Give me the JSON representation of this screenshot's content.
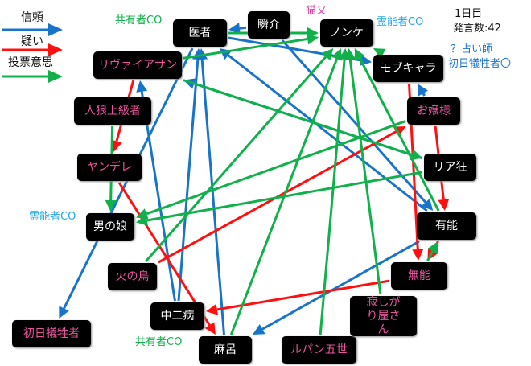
{
  "legend": [
    {
      "label": "信頼",
      "color": "#1874c8"
    },
    {
      "label": "疑い",
      "color": "#ff1010"
    },
    {
      "label": "投票意思",
      "color": "#10b04a"
    }
  ],
  "info": {
    "day": "1日目",
    "count": "発言数:42"
  },
  "annotations": {
    "sharer_co_top": "共有者CO",
    "nekomata": "猫又",
    "medium_co_top": "霊能者CO",
    "seer_q": "？占い師",
    "first_victim_ok": "初日犠牲者〇",
    "medium_co_left": "霊能者CO",
    "sharer_co_bottom": "共有者CO"
  },
  "colors": {
    "trust": "#1874c8",
    "doubt": "#ff1010",
    "vote": "#10b04a",
    "pink": "#e7559e"
  },
  "nodes": [
    {
      "id": "isha",
      "label": "医者"
    },
    {
      "id": "shunsuke",
      "label": "瞬介"
    },
    {
      "id": "nonke",
      "label": "ノンケ"
    },
    {
      "id": "mob",
      "label": "モブキャラ"
    },
    {
      "id": "leviathan",
      "label": "リヴァイアサン"
    },
    {
      "id": "jinro",
      "label": "人狼上級者"
    },
    {
      "id": "ojou",
      "label": "お嬢様"
    },
    {
      "id": "yandere",
      "label": "ヤンデレ"
    },
    {
      "id": "riajuu",
      "label": "リア狂"
    },
    {
      "id": "otoko",
      "label": "男の娘"
    },
    {
      "id": "yuunou",
      "label": "有能"
    },
    {
      "id": "hinotori",
      "label": "火の鳥"
    },
    {
      "id": "munou",
      "label": "無能"
    },
    {
      "id": "chuuni",
      "label": "中二病"
    },
    {
      "id": "shonichi",
      "label": "初日犠牲者"
    },
    {
      "id": "maro",
      "label": "麻呂"
    },
    {
      "id": "lupin",
      "label": "ルパン五世"
    },
    {
      "id": "sabishi",
      "label": "寂しがり屋さん"
    }
  ],
  "edges": [
    {
      "from": "shunsuke",
      "to": "isha",
      "type": "trust"
    },
    {
      "from": "isha",
      "to": "shonichi",
      "type": "trust"
    },
    {
      "from": "chuuni",
      "to": "isha",
      "type": "trust"
    },
    {
      "from": "maro",
      "to": "isha",
      "type": "trust"
    },
    {
      "from": "chuuni",
      "to": "leviathan",
      "type": "trust"
    },
    {
      "from": "riajuu",
      "to": "leviathan",
      "type": "trust"
    },
    {
      "from": "isha",
      "to": "mob",
      "type": "trust"
    },
    {
      "from": "ojou",
      "to": "mob",
      "type": "trust"
    },
    {
      "from": "shunsuke",
      "to": "yuunou",
      "type": "trust"
    },
    {
      "from": "yuunou",
      "to": "maro",
      "type": "trust"
    },
    {
      "from": "yuunou",
      "to": "isha",
      "type": "trust"
    },
    {
      "from": "leviathan",
      "to": "yandere",
      "type": "doubt"
    },
    {
      "from": "yandere",
      "to": "maro",
      "type": "doubt"
    },
    {
      "from": "hinotori",
      "to": "ojou",
      "type": "doubt"
    },
    {
      "from": "mob",
      "to": "munou",
      "type": "doubt"
    },
    {
      "from": "ojou",
      "to": "yuunou",
      "type": "doubt"
    },
    {
      "from": "yuunou",
      "to": "munou",
      "type": "doubt"
    },
    {
      "from": "munou",
      "to": "chuuni",
      "type": "doubt"
    },
    {
      "from": "isha",
      "to": "nonke",
      "type": "vote"
    },
    {
      "from": "leviathan",
      "to": "nonke",
      "type": "vote"
    },
    {
      "from": "leviathan",
      "to": "riajuu",
      "type": "vote"
    },
    {
      "from": "jinro",
      "to": "otoko",
      "type": "vote"
    },
    {
      "from": "mob",
      "to": "nonke",
      "type": "vote"
    },
    {
      "from": "ojou",
      "to": "otoko",
      "type": "vote"
    },
    {
      "from": "hinotori",
      "to": "nonke",
      "type": "vote"
    },
    {
      "from": "maro",
      "to": "nonke",
      "type": "vote"
    },
    {
      "from": "lupin",
      "to": "nonke",
      "type": "vote"
    },
    {
      "from": "sabishi",
      "to": "nonke",
      "type": "vote"
    },
    {
      "from": "yuunou",
      "to": "nonke",
      "type": "vote"
    },
    {
      "from": "munou",
      "to": "yuunou",
      "type": "vote"
    },
    {
      "from": "riajuu",
      "to": "otoko",
      "type": "vote"
    }
  ]
}
